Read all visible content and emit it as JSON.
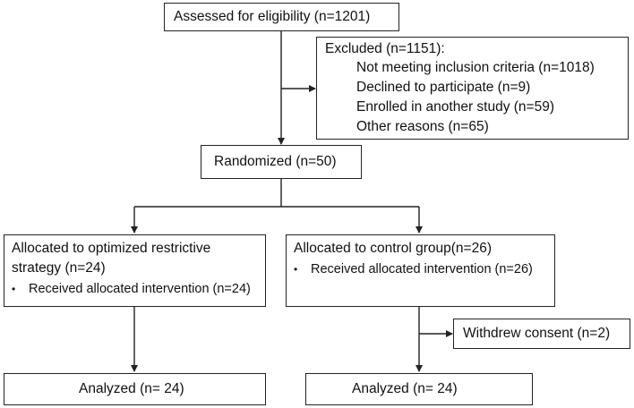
{
  "flowchart": {
    "assessed": "Assessed for eligibility (n=1201)",
    "excluded": {
      "title": "Excluded (n=1151):",
      "reasons": [
        "Not meeting inclusion criteria (n=1018)",
        "Declined to participate (n=9)",
        "Enrolled in another study (n=59)",
        "Other reasons (n=65)"
      ]
    },
    "randomized": "Randomized (n=50)",
    "left_arm": {
      "line1": "Allocated to optimized restrictive",
      "line2": "strategy (n=24)",
      "bullet": "Received allocated intervention (n=24)"
    },
    "right_arm": {
      "line1": "Allocated to control group(n=26)",
      "bullet": "Received allocated intervention (n=26)"
    },
    "withdrew": "Withdrew consent (n=2)",
    "analyzed_left": "Analyzed (n= 24)",
    "analyzed_right": "Analyzed (n= 24)"
  }
}
